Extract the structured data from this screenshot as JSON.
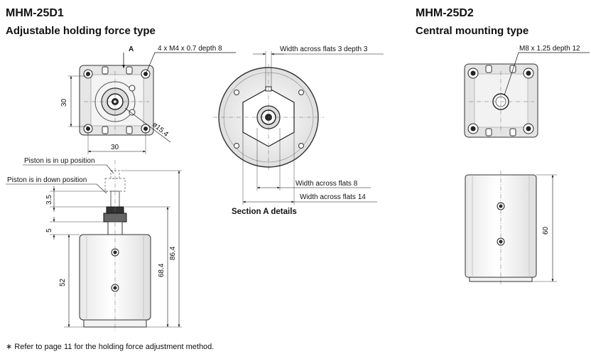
{
  "left": {
    "model": "MHM-25D1",
    "subtitle": "Adjustable holding force type"
  },
  "right": {
    "model": "MHM-25D2",
    "subtitle": "Central mounting type"
  },
  "labels": {
    "marker_a": "A",
    "mount_holes": "4 x M4 x 0.7 depth 8",
    "flats3": "Width across flats 3 depth 3",
    "flats8": "Width across flats 8",
    "flats14": "Width across flats 14",
    "section": "Section A details",
    "piston_up": "Piston is in up position",
    "piston_down": "Piston is in down position",
    "center_thread": "M8 x 1.25 depth 12"
  },
  "dims": {
    "d30_v": "30",
    "d30_h": "30",
    "phi": "ø15.4",
    "d3_5": "3.5",
    "d5": "5",
    "d52": "52",
    "d68_4": "68.4",
    "d86_4": "86.4",
    "d60": "60"
  },
  "footnote": "∗  Refer to page 11 for the holding force adjustment method."
}
